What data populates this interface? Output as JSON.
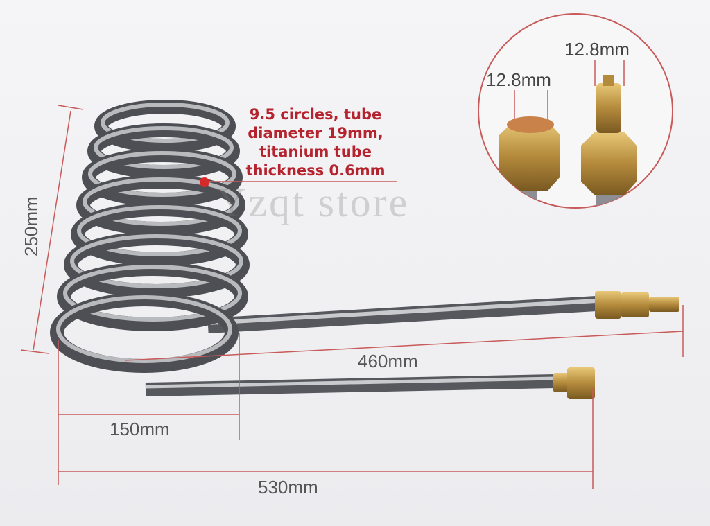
{
  "annotations": {
    "height": "250mm",
    "length_long": "460mm",
    "coil_width": "150mm",
    "total_length": "530mm",
    "fitting_a": "12.8mm",
    "fitting_b": "12.8mm"
  },
  "spec_note": {
    "line1": "9.5 circles, tube",
    "line2": "diameter 19mm,",
    "line3": "titanium tube",
    "line4": "thickness 0.6mm"
  },
  "watermark": "Yzqt store",
  "colors": {
    "dimension_line": "#c85a5a",
    "note_text": "#b4232e",
    "tube_metal": "#8a8c90",
    "brass": "#b48a3c"
  }
}
